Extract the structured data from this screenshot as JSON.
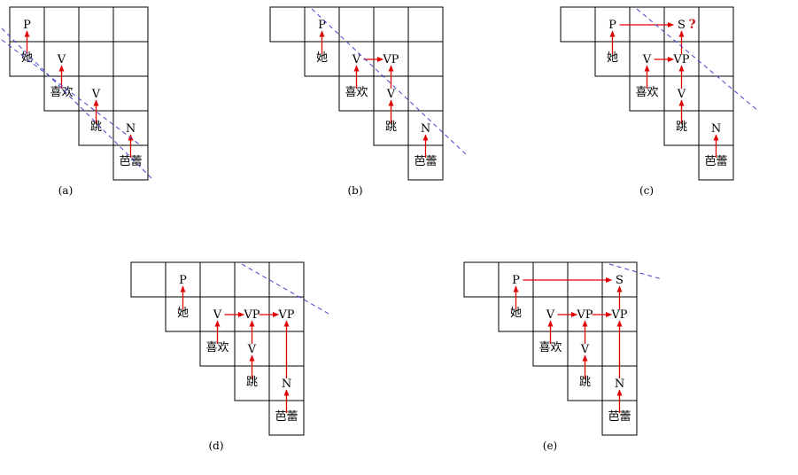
{
  "panels": [
    {
      "caption": "(a)",
      "labels": [
        {
          "row": 0,
          "col": 0,
          "text": "P"
        },
        {
          "row": 1,
          "col": 0,
          "text": "她"
        },
        {
          "row": 1,
          "col": 1,
          "text": "V"
        },
        {
          "row": 2,
          "col": 1,
          "text": "喜欢"
        },
        {
          "row": 2,
          "col": 2,
          "text": "V"
        },
        {
          "row": 3,
          "col": 2,
          "text": "跳"
        },
        {
          "row": 3,
          "col": 3,
          "text": "N"
        },
        {
          "row": 4,
          "col": 3,
          "text": "芭蕾"
        }
      ],
      "arrows": [
        {
          "type": "up",
          "col": 0,
          "fromRow": 1,
          "toRow": 0
        },
        {
          "type": "up",
          "col": 1,
          "fromRow": 2,
          "toRow": 1
        },
        {
          "type": "up",
          "col": 2,
          "fromRow": 3,
          "toRow": 2
        },
        {
          "type": "up",
          "col": 3,
          "fromRow": 4,
          "toRow": 3
        }
      ],
      "highlight_diagonal": 0
    },
    {
      "caption": "(b)",
      "labels": [
        {
          "row": 0,
          "col": 1,
          "text": "P"
        },
        {
          "row": 1,
          "col": 1,
          "text": "她"
        },
        {
          "row": 1,
          "col": 2,
          "text": "V"
        },
        {
          "row": 1,
          "col": 3,
          "text": "VP"
        },
        {
          "row": 2,
          "col": 2,
          "text": "喜欢"
        },
        {
          "row": 2,
          "col": 3,
          "text": "V"
        },
        {
          "row": 3,
          "col": 3,
          "text": "跳"
        },
        {
          "row": 3,
          "col": 4,
          "text": "N"
        },
        {
          "row": 4,
          "col": 4,
          "text": "芭蕾"
        }
      ],
      "arrows": [
        {
          "type": "up",
          "col": 1,
          "fromRow": 1,
          "toRow": 0
        },
        {
          "type": "up",
          "col": 2,
          "fromRow": 2,
          "toRow": 1
        },
        {
          "type": "up",
          "col": 3,
          "fromRow": 2,
          "toRow": 1
        },
        {
          "type": "up",
          "col": 3,
          "fromRow": 3,
          "toRow": 2
        },
        {
          "type": "up",
          "col": 4,
          "fromRow": 4,
          "toRow": 3
        },
        {
          "type": "right",
          "row": 1,
          "fromCol": 2,
          "toCol": 3
        }
      ],
      "highlight_diagonal": 1
    },
    {
      "caption": "(c)",
      "labels": [
        {
          "row": 0,
          "col": 1,
          "text": "P"
        },
        {
          "row": 0,
          "col": 3,
          "text": "S"
        },
        {
          "row": 1,
          "col": 1,
          "text": "她"
        },
        {
          "row": 1,
          "col": 2,
          "text": "V"
        },
        {
          "row": 1,
          "col": 3,
          "text": "VP"
        },
        {
          "row": 2,
          "col": 2,
          "text": "喜欢"
        },
        {
          "row": 2,
          "col": 3,
          "text": "V"
        },
        {
          "row": 3,
          "col": 3,
          "text": "跳"
        },
        {
          "row": 3,
          "col": 4,
          "text": "N"
        },
        {
          "row": 4,
          "col": 4,
          "text": "芭蕾"
        }
      ],
      "mark": {
        "row": 0,
        "col": 3,
        "text": "?"
      },
      "arrows": [
        {
          "type": "up",
          "col": 1,
          "fromRow": 1,
          "toRow": 0
        },
        {
          "type": "up",
          "col": 2,
          "fromRow": 2,
          "toRow": 1
        },
        {
          "type": "up",
          "col": 3,
          "fromRow": 2,
          "toRow": 1
        },
        {
          "type": "up",
          "col": 3,
          "fromRow": 3,
          "toRow": 2
        },
        {
          "type": "up",
          "col": 3,
          "fromRow": 1,
          "toRow": 0
        },
        {
          "type": "up",
          "col": 4,
          "fromRow": 4,
          "toRow": 3
        },
        {
          "type": "right",
          "row": 1,
          "fromCol": 2,
          "toCol": 3
        },
        {
          "type": "right",
          "row": 0,
          "fromCol": 1,
          "toCol": 3
        }
      ],
      "highlight_diagonal": 2
    },
    {
      "caption": "(d)",
      "labels": [
        {
          "row": 0,
          "col": 1,
          "text": "P"
        },
        {
          "row": 1,
          "col": 1,
          "text": "她"
        },
        {
          "row": 1,
          "col": 2,
          "text": "V"
        },
        {
          "row": 1,
          "col": 3,
          "text": "VP"
        },
        {
          "row": 1,
          "col": 4,
          "text": "VP"
        },
        {
          "row": 2,
          "col": 2,
          "text": "喜欢"
        },
        {
          "row": 2,
          "col": 3,
          "text": "V"
        },
        {
          "row": 3,
          "col": 3,
          "text": "跳"
        },
        {
          "row": 3,
          "col": 4,
          "text": "N"
        },
        {
          "row": 4,
          "col": 4,
          "text": "芭蕾"
        }
      ],
      "arrows": [
        {
          "type": "up",
          "col": 1,
          "fromRow": 1,
          "toRow": 0
        },
        {
          "type": "up",
          "col": 2,
          "fromRow": 2,
          "toRow": 1
        },
        {
          "type": "up",
          "col": 3,
          "fromRow": 2,
          "toRow": 1
        },
        {
          "type": "up",
          "col": 3,
          "fromRow": 3,
          "toRow": 2
        },
        {
          "type": "up",
          "col": 4,
          "fromRow": 3,
          "toRow": 1
        },
        {
          "type": "up",
          "col": 4,
          "fromRow": 4,
          "toRow": 3
        },
        {
          "type": "right",
          "row": 1,
          "fromCol": 2,
          "toCol": 3
        },
        {
          "type": "right",
          "row": 1,
          "fromCol": 3,
          "toCol": 4
        }
      ],
      "highlight_diagonal": 3
    },
    {
      "caption": "(e)",
      "labels": [
        {
          "row": 0,
          "col": 1,
          "text": "P"
        },
        {
          "row": 0,
          "col": 4,
          "text": "S"
        },
        {
          "row": 1,
          "col": 1,
          "text": "她"
        },
        {
          "row": 1,
          "col": 2,
          "text": "V"
        },
        {
          "row": 1,
          "col": 3,
          "text": "VP"
        },
        {
          "row": 1,
          "col": 4,
          "text": "VP"
        },
        {
          "row": 2,
          "col": 2,
          "text": "喜欢"
        },
        {
          "row": 2,
          "col": 3,
          "text": "V"
        },
        {
          "row": 3,
          "col": 3,
          "text": "跳"
        },
        {
          "row": 3,
          "col": 4,
          "text": "N"
        },
        {
          "row": 4,
          "col": 4,
          "text": "芭蕾"
        }
      ],
      "arrows": [
        {
          "type": "up",
          "col": 1,
          "fromRow": 1,
          "toRow": 0
        },
        {
          "type": "up",
          "col": 2,
          "fromRow": 2,
          "toRow": 1
        },
        {
          "type": "up",
          "col": 3,
          "fromRow": 2,
          "toRow": 1
        },
        {
          "type": "up",
          "col": 3,
          "fromRow": 3,
          "toRow": 2
        },
        {
          "type": "up",
          "col": 4,
          "fromRow": 3,
          "toRow": 1
        },
        {
          "type": "up",
          "col": 4,
          "fromRow": 1,
          "toRow": 0
        },
        {
          "type": "up",
          "col": 4,
          "fromRow": 4,
          "toRow": 3
        },
        {
          "type": "right",
          "row": 1,
          "fromCol": 2,
          "toCol": 3
        },
        {
          "type": "right",
          "row": 1,
          "fromCol": 3,
          "toCol": 4
        },
        {
          "type": "right",
          "row": 0,
          "fromCol": 1,
          "toCol": 4
        }
      ],
      "highlight_diagonal": 4
    }
  ],
  "colors": {
    "arrow": "#e00000",
    "diagonal": "#4444cc",
    "grid": "#000000"
  }
}
